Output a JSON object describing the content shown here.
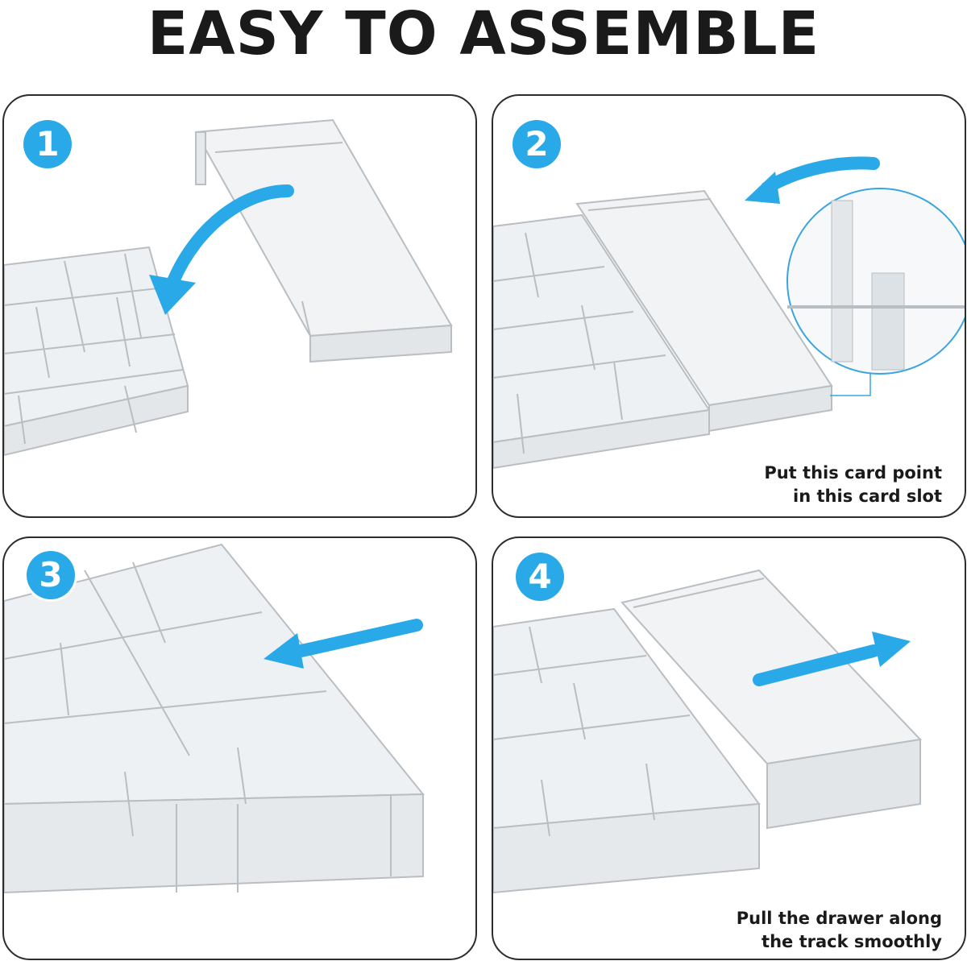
{
  "title": "EASY TO ASSEMBLE",
  "accent_color": "#2aa9e8",
  "steps": [
    {
      "number": "1",
      "caption_lines": [],
      "arrow_icon": "curved-arrow-left-down"
    },
    {
      "number": "2",
      "caption_lines": [
        "Put this card point",
        "in this card slot"
      ],
      "arrow_icon": "curved-arrow-left"
    },
    {
      "number": "3",
      "caption_lines": [],
      "arrow_icon": "arrow-left"
    },
    {
      "number": "4",
      "caption_lines": [
        "Pull the drawer along",
        "the track smoothly"
      ],
      "arrow_icon": "arrow-right"
    }
  ]
}
